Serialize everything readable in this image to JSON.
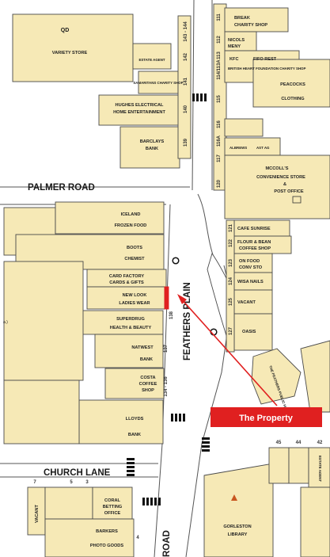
{
  "roads": {
    "palmer_road": "PALMER ROAD",
    "church_lane": "CHURCH LANE",
    "feathers_plain": "FEATHERS PLAIN",
    "road_partial": "ROAD"
  },
  "callout": {
    "label": "The Property",
    "color": "#e02020"
  },
  "colors": {
    "building_fill": "#f6e9b6",
    "library_marker": "#c8561f"
  },
  "shops": {
    "qd": "QD",
    "variety_store": "VARIETY STORE",
    "estate_agent_1": "ESTATE AGENT",
    "samaritans": "SAMARITANS CHARITY SHOP",
    "hughes_1": "HUGHES ELECTRICAL",
    "hughes_2": "HOME ENTERTAINMENT",
    "barclays_1": "BARCLAYS",
    "barclays_2": "BANK",
    "break_1": "BREAK",
    "break_2": "CHARITY SHOP",
    "nicols_1": "NICOLS",
    "nicols_2": "MENY",
    "kfc": "KFC",
    "fifo": "FIFO REST",
    "bhf": "BRITISH HEART FOUNDATION CHARITY SHOP",
    "peacocks_1": "PEACOCKS",
    "peacocks_2": "CLOTHING",
    "albrews": "ALBREWS",
    "ast": "AST AG",
    "mccoll_1": "MCCOLL'S",
    "mccoll_2": "CONVENIENCE STORE",
    "mccoll_3": "&",
    "mccoll_4": "POST OFFICE",
    "cafe_sunrise": "CAFE SUNRISE",
    "flour_1": "FLOUR & BEAN",
    "flour_2": "COFFEE SHOP",
    "onfood_1": "ON FOOD",
    "onfood_2": "CONV STO",
    "wisa": "WISA NAILS",
    "vacant_r": "VACANT",
    "oasis": "OASIS",
    "iceland_1": "ICELAND",
    "iceland_2": "FROZEN FOOD",
    "boots_1": "BOOTS",
    "boots_2": "CHEMIST",
    "cardfactory_1": "CARD FACTORY",
    "cardfactory_2": "CARDS & GIFTS",
    "newlook_1": "NEW LOOK",
    "newlook_2": "LADIES WEAR",
    "superdrug_1": "SUPERDRUG",
    "superdrug_2": "HEALTH & BEAUTY",
    "natwest_1": "NATWEST",
    "natwest_2": "BANK",
    "costa_1": "COSTA",
    "costa_2": "COFFEE",
    "costa_3": "SHOP",
    "lloyds_1": "LLOYDS",
    "lloyds_2": "BANK",
    "vacant_b": "VACANT",
    "coral_1": "CORAL",
    "coral_2": "BETTING",
    "coral_3": "OFFICE",
    "barkers": "BARKERS",
    "photo": "PHOTO GOODS",
    "library_1": "GORLESTON",
    "library_2": "LIBRARY",
    "estate_agent_2": "ESTATE AGENT",
    "public_house": "THE FEATHERS PUBLIC HOUSE"
  },
  "numbers": {
    "n143_144": "143 - 144",
    "n142": "142",
    "n141": "141",
    "n140": "140",
    "n139": "139",
    "n111": "111",
    "n112": "112",
    "n113": "113",
    "n114": "114/113A",
    "n115": "115",
    "n116": "116",
    "n116a": "116A",
    "n117": "117",
    "n120": "120",
    "n121": "121",
    "n122": "122",
    "n123": "123",
    "n124": "124",
    "n125": "125",
    "n127": "127",
    "n138": "138",
    "n137": "137",
    "n134_136": "134 - 136",
    "n7": "7",
    "n5": "5",
    "n3": "3",
    "n45": "45",
    "n44": "44",
    "n42": "42",
    "n4": "4"
  }
}
